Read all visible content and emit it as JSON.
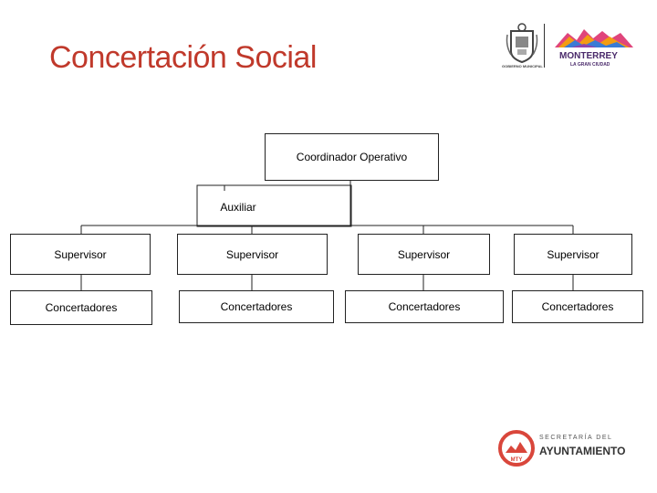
{
  "slide": {
    "title": "Concertación Social",
    "title_color": "#c0392b"
  },
  "logos": {
    "gobierno_caption": "GOBIERNO MUNICIPAL",
    "monterrey_name": "MONTERREY",
    "monterrey_tagline": "LA GRAN CIUDAD",
    "ayuntamiento_top": "SECRETARÍA DEL",
    "ayuntamiento_name": "AYUNTAMIENTO",
    "ayuntamiento_badge": "MTY"
  },
  "org_chart": {
    "coordinator": "Coordinador Operativo",
    "assistant": "Auxiliar",
    "supervisors": [
      "Supervisor",
      "Supervisor",
      "Supervisor",
      "Supervisor"
    ],
    "concertadores": [
      "Concertadores",
      "Concertadores",
      "Concertadores",
      "Concertadores"
    ]
  }
}
